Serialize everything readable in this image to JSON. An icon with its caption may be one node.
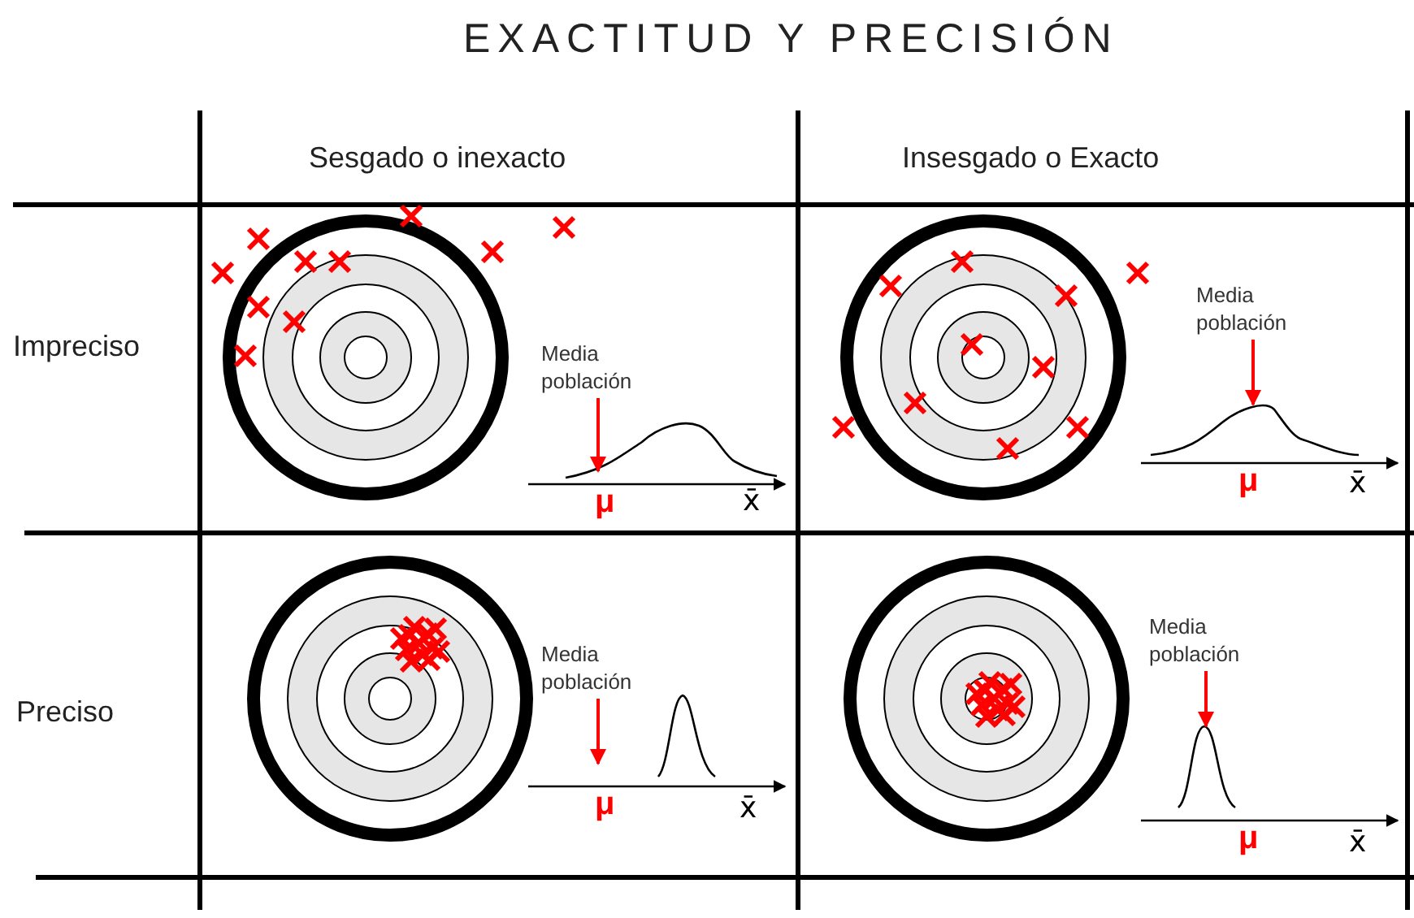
{
  "diagram": {
    "title": "EXACTITUD Y PRECISIÓN",
    "nodes": [
      {
        "text": [
          "Media población"
        ]
      },
      {
        "text": [
          "Media población"
        ]
      },
      {
        "text": [
          "Media población"
        ]
      },
      {
        "text": [
          "Media población"
        ]
      },
      {
        "text": [],
        "shape": "curve"
      },
      {
        "text": [],
        "shape": "curve"
      },
      {
        "text": [],
        "shape": "curve"
      }
    ],
    "edges": [
      {
        "from": 0,
        "to": 4,
        "arrow": "to",
        "color": "#ff0000"
      },
      {
        "from": 1,
        "to": 5,
        "arrow": "to",
        "color": "#ff0000"
      },
      {
        "from": 2,
        "to": null,
        "arrow": "to",
        "color": "#ff0000"
      },
      {
        "from": 3,
        "to": 6,
        "arrow": "to",
        "color": "#ff0000"
      }
    ],
    "labels": [
      "Sesgado o inexacto",
      "Insesgado o Exacto",
      "Impreciso",
      "Preciso",
      "μ",
      "x̄",
      "μ",
      "x̄",
      "μ",
      "x̄",
      "μ",
      "x̄"
    ]
  }
}
